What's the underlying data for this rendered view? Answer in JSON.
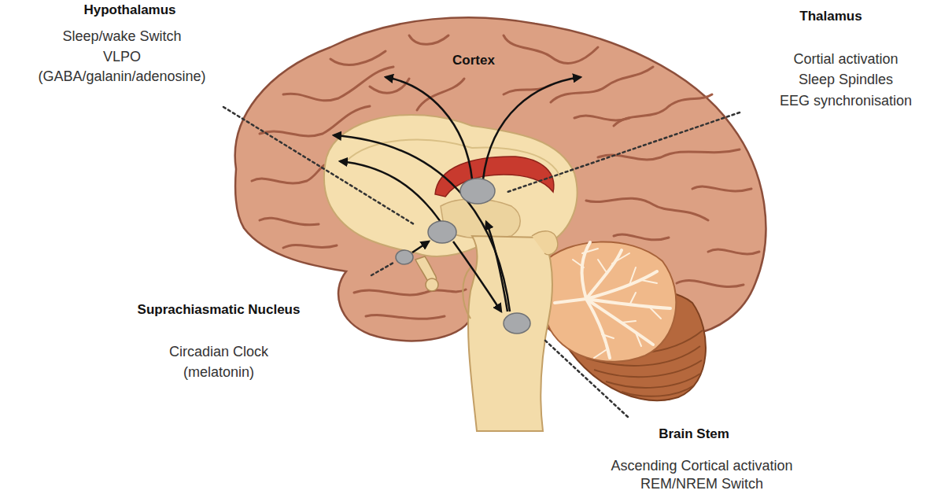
{
  "diagram": {
    "labels": [
      "Hypothalamus",
      "Sleep/wake Switch",
      "VLPO",
      "(GABA/galanin/adenosine)",
      "Cortex",
      "Thalamus",
      "Cortial activation",
      "Sleep Spindles",
      "EEG synchronisation",
      "Suprachiasmatic Nucleus",
      "Circadian Clock",
      "(melatonin)",
      "Brain Stem",
      "Ascending Cortical activation",
      "REM/NREM Switch"
    ]
  }
}
